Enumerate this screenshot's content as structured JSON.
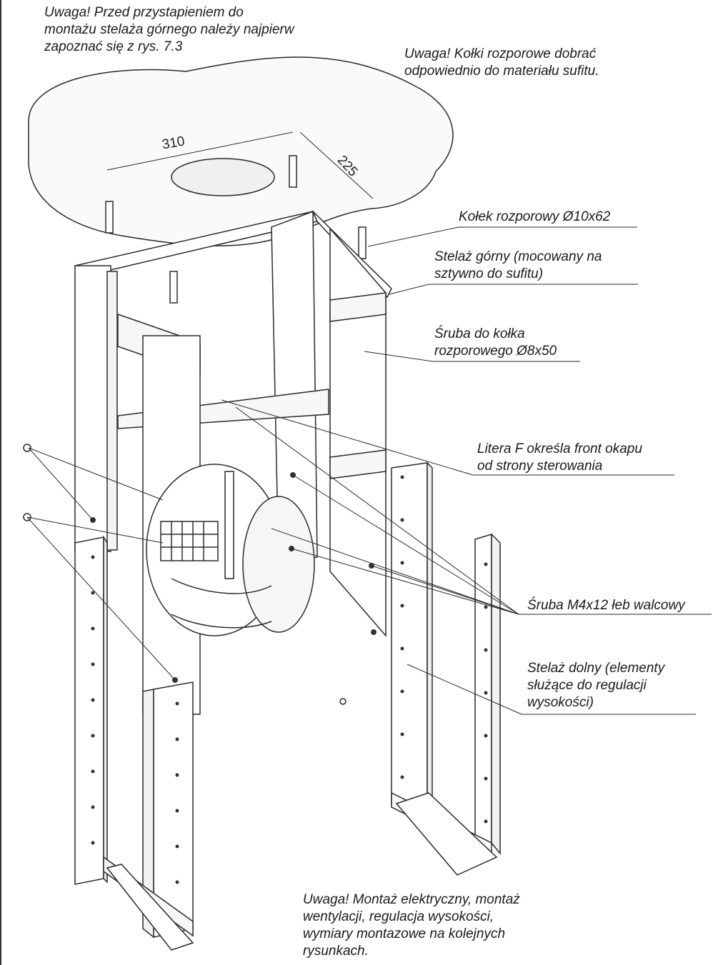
{
  "notes": {
    "top_left": [
      "Uwaga! Przed przystapieniem do",
      "montażu stelaża górnego należy najpierw",
      "zapoznać się z rys. 7.3"
    ],
    "top_right": [
      "Uwaga! Kołki rozporowe dobrać",
      "odpowiednio do materiału sufitu."
    ],
    "bottom": [
      "Uwaga! Montaż elektryczny, montaż",
      "wentylacji, regulacja wysokości,",
      "wymiary montazowe na kolejnych",
      "rysunkach."
    ]
  },
  "dimensions": {
    "width": "310",
    "depth": "225"
  },
  "callouts": [
    {
      "lines": [
        "Kołek rozporowy Ø10x62"
      ]
    },
    {
      "lines": [
        "Stelaż górny (mocowany na",
        "sztywno do sufitu)"
      ]
    },
    {
      "lines": [
        "Śruba do kołka",
        "rozporowego Ø8x50"
      ]
    },
    {
      "lines": [
        "Litera F określa front okapu",
        "od strony sterowania"
      ]
    },
    {
      "lines": [
        "Śruba M4x12 łeb walcowy"
      ]
    },
    {
      "lines": [
        "Stelaż dolny (elementy",
        "służące do regulacji",
        "wysokości)"
      ]
    }
  ]
}
